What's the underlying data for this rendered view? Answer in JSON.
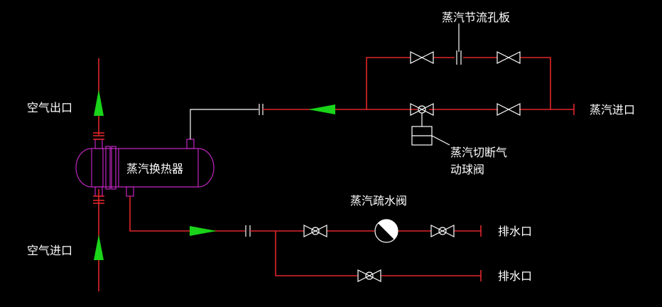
{
  "labels": {
    "air_outlet": "空气出口",
    "air_inlet": "空气进口",
    "heat_exchanger": "蒸汽换热器",
    "steam_orifice": "蒸汽节流孔板",
    "steam_inlet": "蒸汽进口",
    "cutoff_valve_line1": "蒸汽切断气",
    "cutoff_valve_line2": "动球阀",
    "trap": "蒸汽疏水阀",
    "drain_1": "排水口",
    "drain_2": "排水口"
  },
  "colors": {
    "background": "#000000",
    "pipe": "#e0262b",
    "equipment": "#c026c0",
    "symbol": "#ffffff",
    "flow_arrow": "#19d419"
  },
  "icons": [
    "gate-valve-icon",
    "flow-arrow-icon",
    "orifice-plate-icon",
    "steam-trap-icon",
    "actuator-icon"
  ]
}
